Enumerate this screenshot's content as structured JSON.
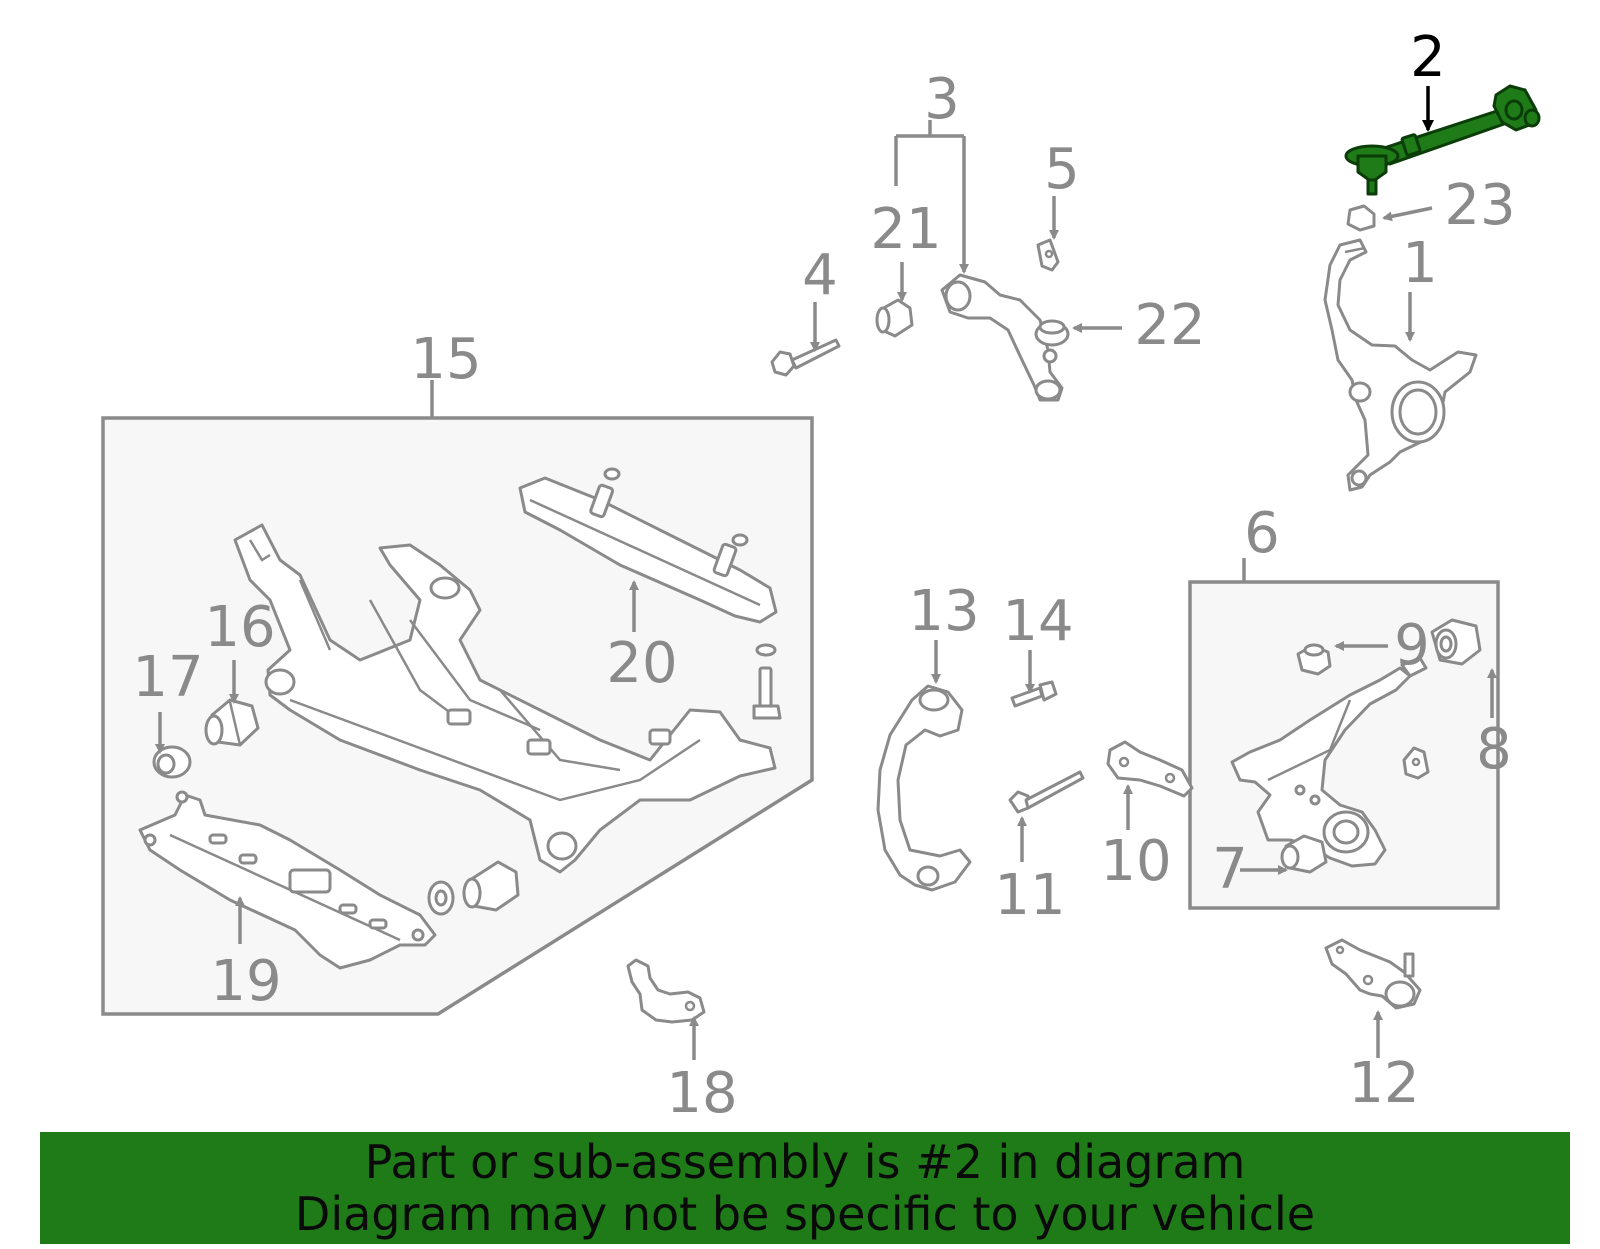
{
  "labels": {
    "l1": "1",
    "l2": "2",
    "l3": "3",
    "l4": "4",
    "l5": "5",
    "l6": "6",
    "l7": "7",
    "l8": "8",
    "l9": "9",
    "l10": "10",
    "l11": "11",
    "l12": "12",
    "l13": "13",
    "l14": "14",
    "l15": "15",
    "l16": "16",
    "l17": "17",
    "l18": "18",
    "l19": "19",
    "l20": "20",
    "l21": "21",
    "l22": "22",
    "l23": "23"
  },
  "highlight": {
    "part_number": "2",
    "color": "#1f7a18"
  },
  "banner": {
    "line1": "Part or sub-assembly is #2 in diagram",
    "line2": "Diagram may not be specific to your vehicle",
    "background": "#1f7a18"
  },
  "colors": {
    "line": "#8a8a8a",
    "highlight_label": "#000000"
  }
}
